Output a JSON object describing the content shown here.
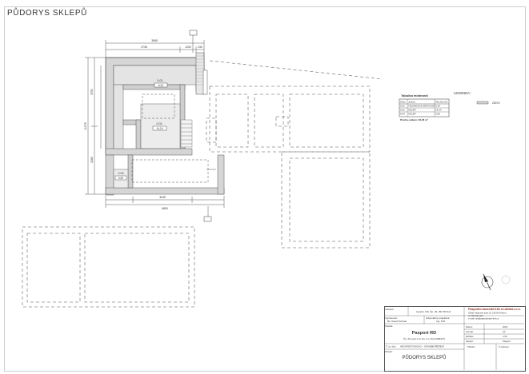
{
  "page_title": "PŮDORYS SKLEPŮ",
  "rooms": [
    {
      "id": "0.01",
      "area": "6,34"
    },
    {
      "id": "0.02",
      "area": "14,24"
    },
    {
      "id": "0.03",
      "area": "5,59"
    }
  ],
  "dimensions": {
    "top_overall": "3965",
    "top_left": "3735",
    "top_mid": "1200",
    "top_right": "230",
    "bottom_overall": "6850",
    "bottom_mid": "3045",
    "left_overall": "11075",
    "left_upper": "5790",
    "left_lower": "5285"
  },
  "room_table": {
    "title": "Tabulka místností",
    "headers": [
      "Číslo",
      "Jméno",
      "Plocha [m²]"
    ],
    "rows": [
      [
        "0.01",
        "TECHNICKÁ MÍSTNOST",
        "6,34"
      ],
      [
        "0.02",
        "SKLEP",
        "14,24"
      ],
      [
        "0.03",
        "SKLEP",
        "5,59"
      ]
    ],
    "total": "Plocha celkem: 26,28 m²"
  },
  "legend": {
    "title": "LEGENDA :",
    "item_label": "ZDIVO"
  },
  "title_block": {
    "company": "Pasportní kancelář Kříž a Libička s.r.o.",
    "company_line2": "Ožaby Valaronie trida 1S, 190 00 Praha 9",
    "company_line3": "tel: 606 011 044",
    "company_email": "e-mail: info@pasportizace-kriz.cz",
    "investor_label": "Investor:",
    "investor_value": "Lanýže, Pdl, Čp. 29, 252 96 Doli",
    "drawn_label": "Vypracoval:",
    "drawn_value": "Bc. David Kuřínek",
    "responsible_label": "Odpovědný projektant:",
    "responsible_value": "Ing. Kříž",
    "stavba_label": "Stavba:",
    "project_name": "Pasport RD",
    "project_address": "Čp. 29, parc.č.st. 91, k.ú. Doli (648477)",
    "date_label": "Datum:",
    "date_value": "2024",
    "format_label": "Formát:",
    "format_value": "A3",
    "scale_label": "Měřítko:",
    "scale_value": "1:50",
    "stage_label": "Stupeň:",
    "stage_value": "Pasport",
    "part_label": "Č. pr. dok.:",
    "part_value": "ARCHITEKTONICKO – STAVEBNÍ ŘEŠENÍ",
    "drawing_label": "Obsah:",
    "drawing_title": "PŮDORYS SKLEPŮ",
    "page_label": "Příloha:",
    "page_no": "Č.výkresu:"
  }
}
